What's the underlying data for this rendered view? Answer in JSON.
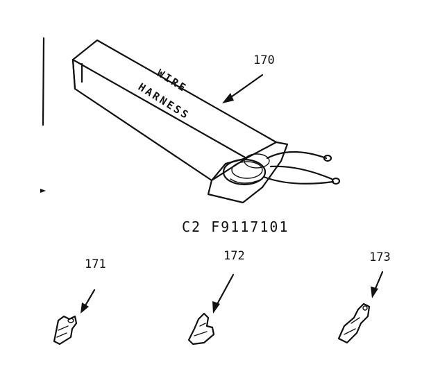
{
  "diagram": {
    "model_number": "C2 F9117101",
    "box_label_line1": "WIRE",
    "box_label_line2": "HARNESS",
    "callouts": [
      {
        "ref": "170",
        "part": "wire-harness"
      },
      {
        "ref": "171",
        "part": "terminal"
      },
      {
        "ref": "172",
        "part": "terminal"
      },
      {
        "ref": "173",
        "part": "terminal"
      }
    ]
  }
}
